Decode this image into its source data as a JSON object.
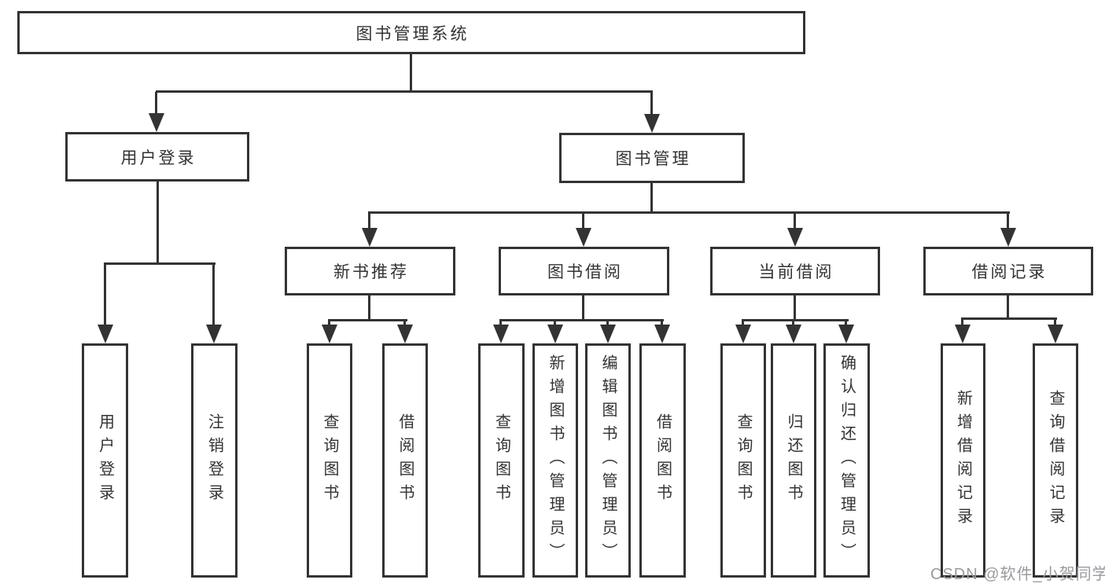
{
  "diagram": {
    "root": {
      "label": "图书管理系统"
    },
    "level2": {
      "user_login": {
        "label": "用户登录"
      },
      "book_management": {
        "label": "图书管理"
      }
    },
    "level3": {
      "new_book_recommend": {
        "label": "新书推荐"
      },
      "book_borrow": {
        "label": "图书借阅"
      },
      "current_borrow": {
        "label": "当前借阅"
      },
      "borrow_records": {
        "label": "借阅记录"
      }
    },
    "leaves": {
      "user_login": {
        "label": "用户登录"
      },
      "logout": {
        "label": "注销登录"
      },
      "nb_query_book": {
        "label": "查询图书"
      },
      "nb_borrow_book": {
        "label": "借阅图书"
      },
      "bb_query_book": {
        "label": "查询图书"
      },
      "bb_add_book": {
        "label": "新增图书（管理员）"
      },
      "bb_edit_book": {
        "label": "编辑图书（管理员）"
      },
      "bb_borrow_book": {
        "label": "借阅图书"
      },
      "cb_query_book": {
        "label": "查询图书"
      },
      "cb_return_book": {
        "label": "归还图书"
      },
      "cb_confirm_return": {
        "label": "确认归还（管理员）"
      },
      "rec_add": {
        "label": "新增借阅记录"
      },
      "rec_query": {
        "label": "查询借阅记录"
      }
    }
  },
  "watermark": {
    "text": "CSDN @软件_小贺同学"
  },
  "colors": {
    "line": "#333333",
    "text": "#333333",
    "box_fill": "#ffffff",
    "background": "#ffffff",
    "watermark": "#9a9aa0"
  }
}
